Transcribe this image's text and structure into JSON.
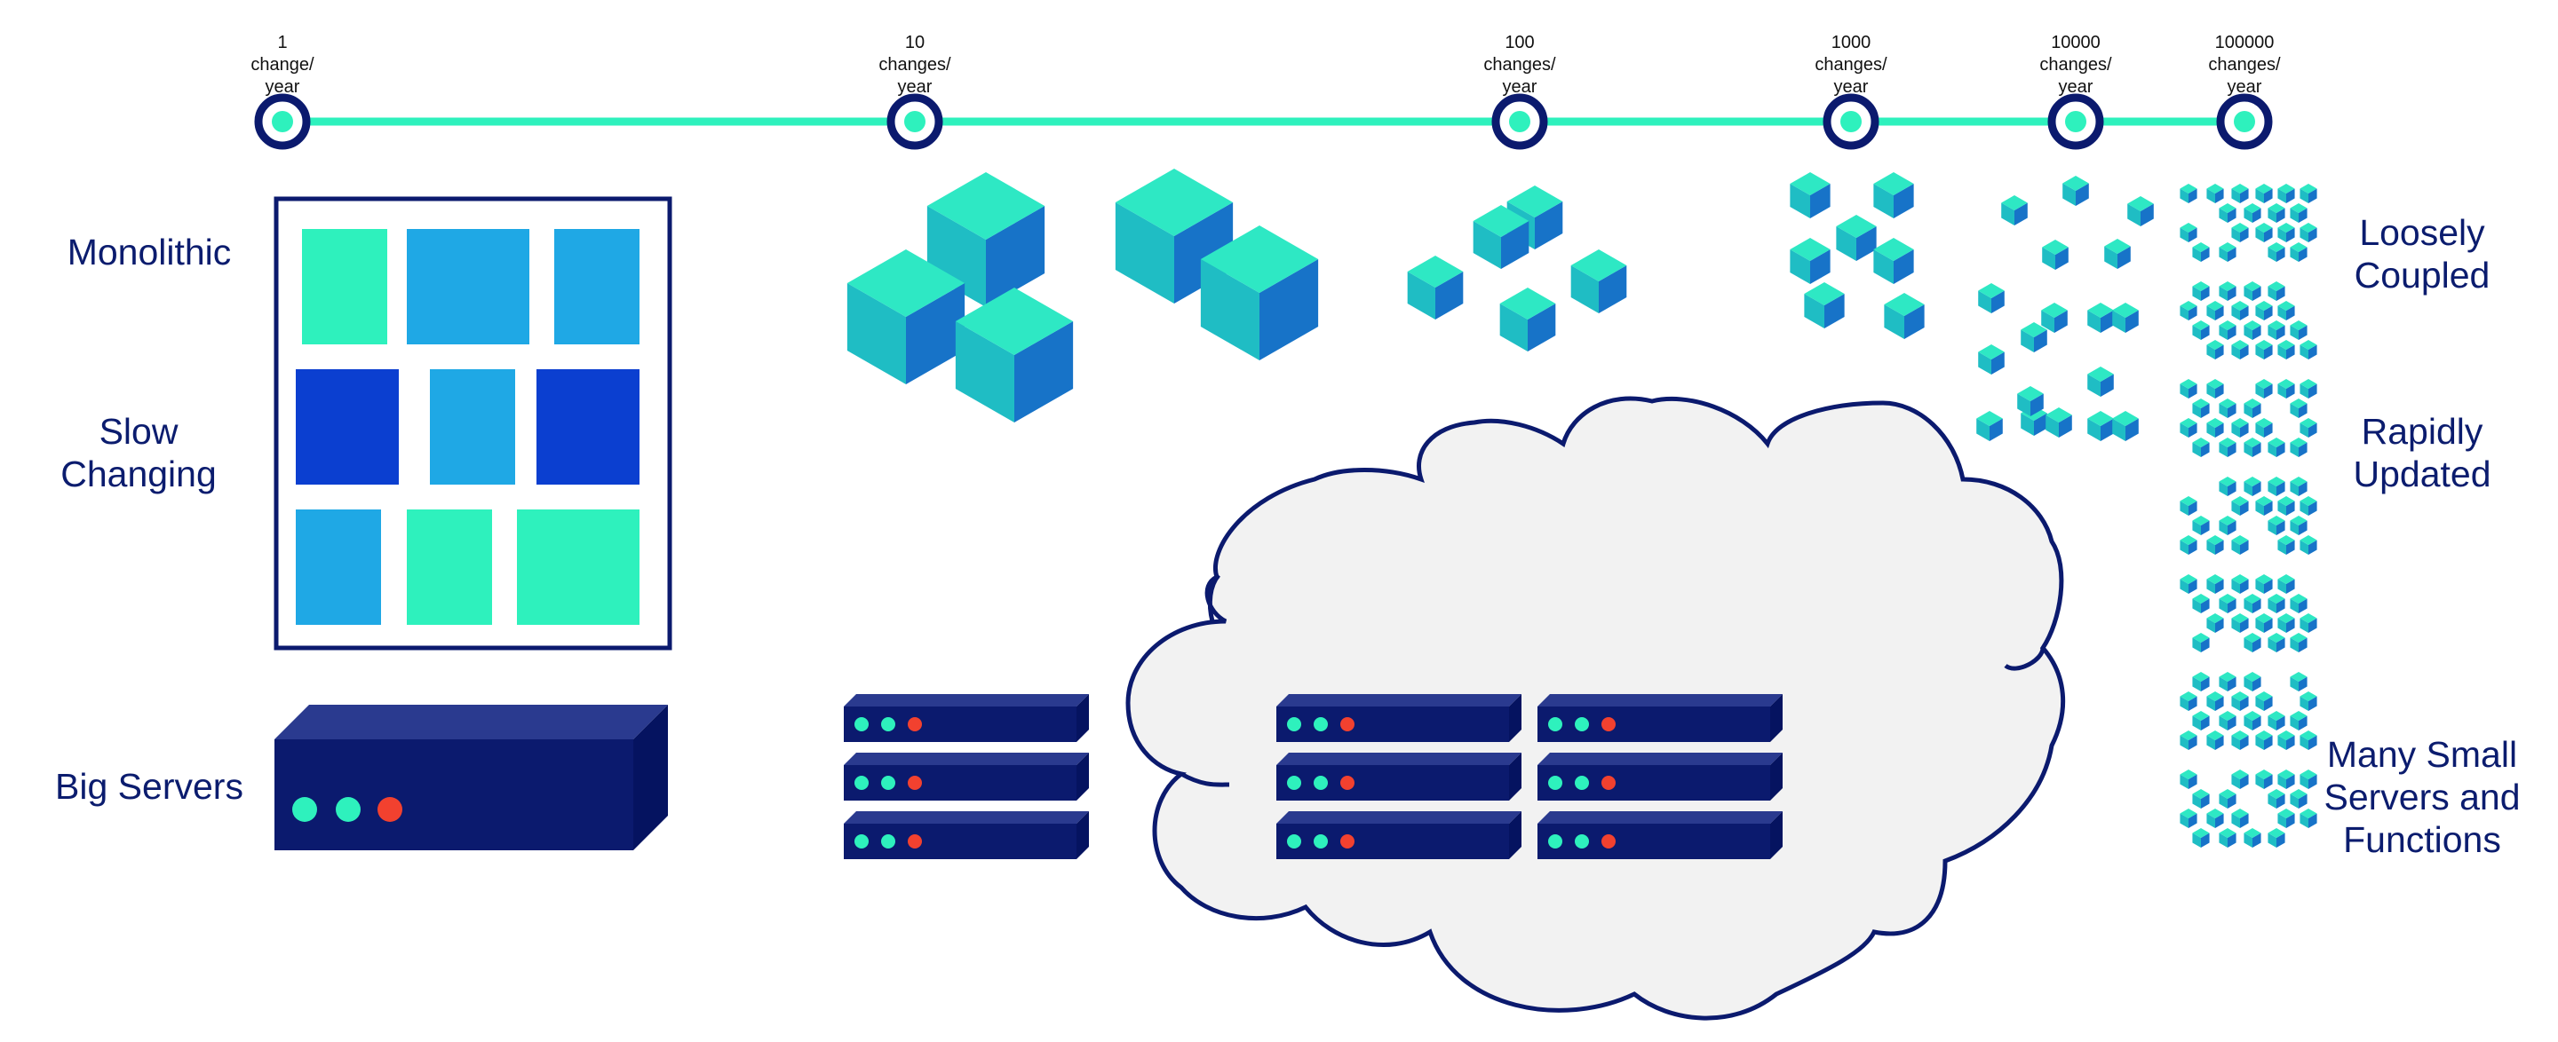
{
  "colors": {
    "navy": "#0b1a6e",
    "navy_top": "#2a3a8f",
    "navy_side": "#051360",
    "teal": "#2ef1bd",
    "sky": "#1fa8e5",
    "royal": "#0b3fd0",
    "cube_top": "#2ee8c4",
    "cube_left": "#1fbdc4",
    "cube_right": "#1773c8",
    "led_red": "#f2412f",
    "cloud_fill": "#f2f2f2"
  },
  "timeline": [
    {
      "lines": [
        "1",
        "change/",
        "year"
      ]
    },
    {
      "lines": [
        "10",
        "changes/",
        "year"
      ]
    },
    {
      "lines": [
        "100",
        "changes/",
        "year"
      ]
    },
    {
      "lines": [
        "1000",
        "changes/",
        "year"
      ]
    },
    {
      "lines": [
        "10000",
        "changes/",
        "year"
      ]
    },
    {
      "lines": [
        "100000",
        "changes/",
        "year"
      ]
    }
  ],
  "left_labels": {
    "monolithic": [
      "Monolithic"
    ],
    "slow": [
      "Slow",
      "Changing"
    ],
    "servers": [
      "Big Servers"
    ]
  },
  "right_labels": {
    "loose": [
      "Loosely",
      "Coupled"
    ],
    "rapid": [
      "Rapidly",
      "Updated"
    ],
    "many": [
      "Many Small",
      "Servers and",
      "Functions"
    ]
  },
  "icons": {
    "timeline_node": "circle-node-icon",
    "cube": "cube-icon",
    "server": "server-rack-icon",
    "cloud": "cloud-icon",
    "monolith": "monolith-grid-icon"
  }
}
